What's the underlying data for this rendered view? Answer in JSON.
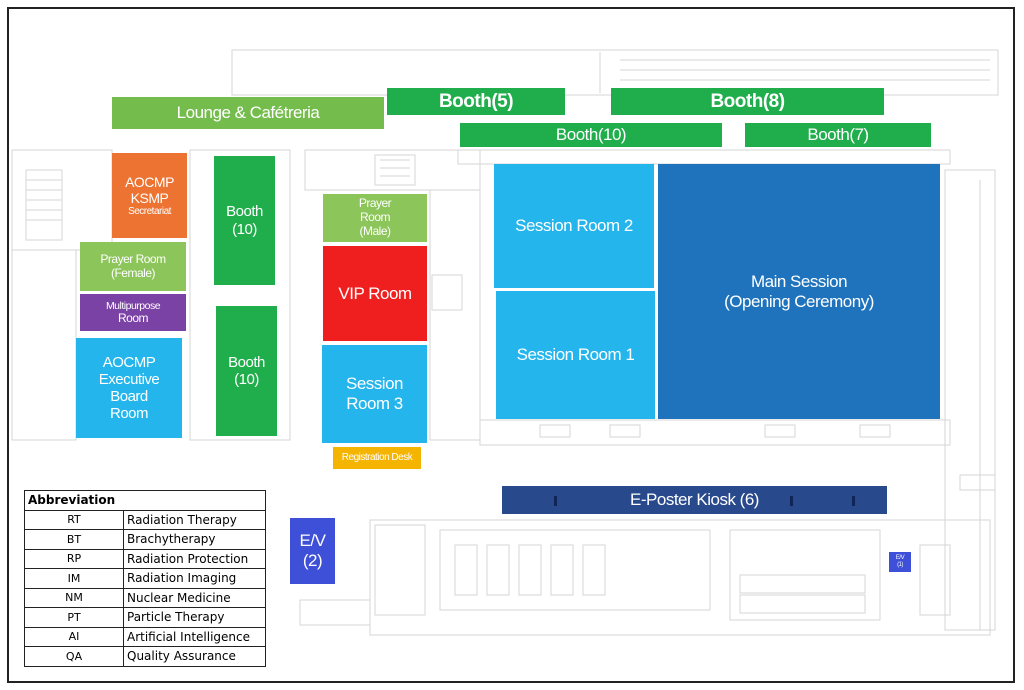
{
  "rooms": {
    "lounge": "Lounge & Cafétreria",
    "booth5": "Booth(5)",
    "booth8": "Booth(8)",
    "booth10_top": "Booth(10)",
    "booth7": "Booth(7)",
    "secretariat_line1": "AOCMP",
    "secretariat_line2": "KSMP",
    "secretariat_line3": "Secretariat",
    "booth10_a_line1": "Booth",
    "booth10_a_line2": "(10)",
    "booth10_b_line1": "Booth",
    "booth10_b_line2": "(10)",
    "prayer_female_line1": "Prayer Room",
    "prayer_female_line2": "(Female)",
    "multipurpose_line1": "Multipurpose",
    "multipurpose_line2": "Room",
    "exec_line1": "AOCMP",
    "exec_line2": "Executive",
    "exec_line3": "Board",
    "exec_line4": "Room",
    "prayer_male_line1": "Prayer",
    "prayer_male_line2": "Room",
    "prayer_male_line3": "(Male)",
    "vip": "VIP Room",
    "session3_line1": "Session",
    "session3_line2": "Room 3",
    "registration": "Registration Desk",
    "session2": "Session Room 2",
    "session1": "Session Room 1",
    "main_line1": "Main Session",
    "main_line2": "(Opening Ceremony)",
    "eposter": "E-Poster Kiosk (6)",
    "ev_line1": "E/V",
    "ev_line2": "(2)",
    "ev_small_line1": "E/V",
    "ev_small_line2": "(1)"
  },
  "legend": {
    "header": "Abbreviation",
    "rows": [
      {
        "abbr": "RT",
        "full": "Radiation Therapy"
      },
      {
        "abbr": "BT",
        "full": "Brachytherapy"
      },
      {
        "abbr": "RP",
        "full": "Radiation Protection"
      },
      {
        "abbr": "IM",
        "full": "Radiation Imaging"
      },
      {
        "abbr": "NM",
        "full": "Nuclear Medicine"
      },
      {
        "abbr": "PT",
        "full": "Particle Therapy"
      },
      {
        "abbr": "AI",
        "full": "Artificial Intelligence"
      },
      {
        "abbr": "QA",
        "full": "Quality Assurance"
      }
    ]
  },
  "colors": {
    "booth": "#1fae4b",
    "lounge": "#74bd4c",
    "secretariat": "#ec7332",
    "prayer": "#8cc55a",
    "multipurpose": "#7b42a6",
    "session": "#24b5ec",
    "vip": "#ef1f1f",
    "main_session": "#1f73bd",
    "registration": "#f5b400",
    "eposter": "#28498c",
    "elevator": "#3e4fd8"
  }
}
